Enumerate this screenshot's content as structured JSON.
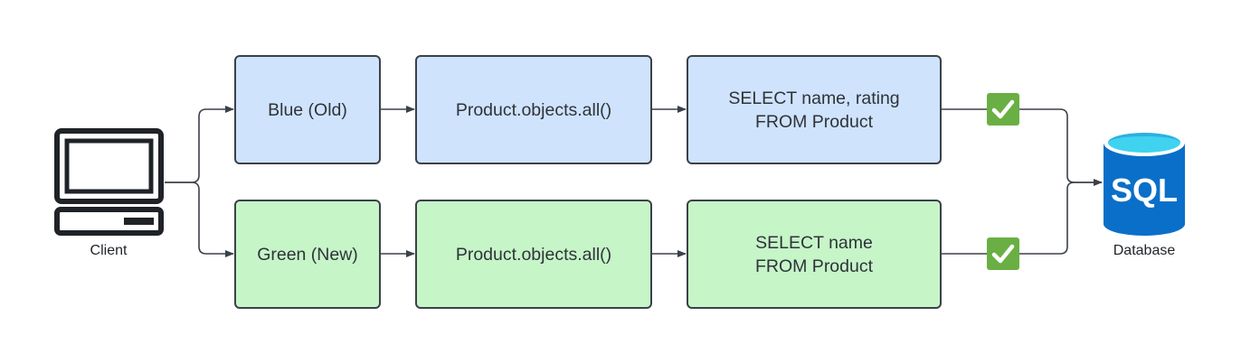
{
  "client": {
    "label": "Client",
    "icon": "computer-icon"
  },
  "database": {
    "label": "Database",
    "badge": "SQL",
    "icon": "database-icon",
    "color": "#0a6fc9",
    "top_color": "#3fd3f0"
  },
  "rows": [
    {
      "color": "#cfe3fd",
      "env": "Blue (Old)",
      "orm": "Product.objects.all()",
      "query": "SELECT name, rating\nFROM Product",
      "status": "ok"
    },
    {
      "color": "#c6f5c8",
      "env": "Green (New)",
      "orm": "Product.objects.all()",
      "query": "SELECT name\nFROM Product",
      "status": "ok"
    }
  ],
  "colors": {
    "border": "#3b4149",
    "line": "#3b4149",
    "check": "#6aaf43"
  }
}
